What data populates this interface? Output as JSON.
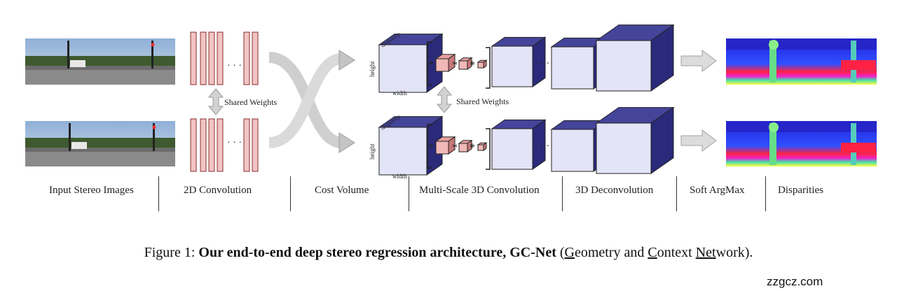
{
  "diagram": {
    "shared_weights_label": "Shared Weights",
    "cube_axis": {
      "depth": "disparity",
      "height": "height",
      "width": "width"
    },
    "operator_symbol": "*",
    "ellipsis": "· · ·"
  },
  "stages": [
    {
      "label": "Input Stereo Images"
    },
    {
      "label": "2D Convolution"
    },
    {
      "label": "Cost Volume"
    },
    {
      "label": "Multi-Scale 3D Convolution"
    },
    {
      "label": "3D Deconvolution"
    },
    {
      "label": "Soft ArgMax"
    },
    {
      "label": "Disparities"
    }
  ],
  "caption": {
    "prefix": "Figure 1:",
    "bold": "Our end-to-end deep stereo regression architecture, GC-Net",
    "paren_open": "(",
    "g": "G",
    "eometry": "eometry and ",
    "c": "C",
    "ontext": "ontext ",
    "net": "Net",
    "work": "work)."
  },
  "watermark": "zzgcz.com",
  "colors": {
    "conv_fill": "#f2c4c4",
    "conv_stroke": "#8a2e2e",
    "cube_front": "#e4e4f8",
    "cube_top": "#44449a",
    "cube_side": "#2a2a7a",
    "arrow": "#cfcfcf"
  }
}
